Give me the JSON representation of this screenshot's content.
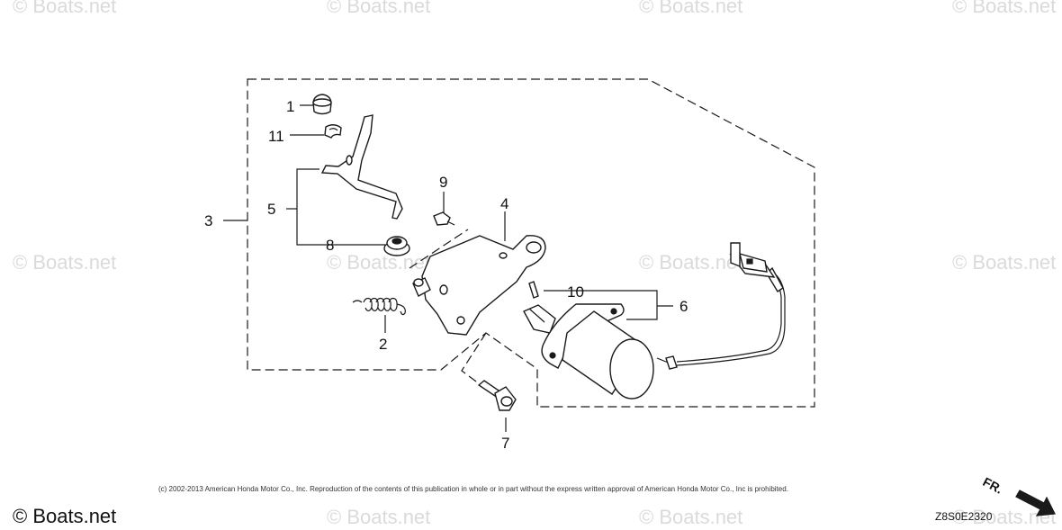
{
  "watermark": {
    "text": "© Boats.net",
    "color": "#dadada"
  },
  "callouts": {
    "c1": "1",
    "c2": "2",
    "c3": "3",
    "c4": "4",
    "c5": "5",
    "c6": "6",
    "c7": "7",
    "c8": "8",
    "c9": "9",
    "c10": "10",
    "c11": "11"
  },
  "footer": {
    "copyright": "(c) 2002-2013 American Honda Motor Co., Inc. Reproduction of the contents of this publication in whole or in part without the express written approval of American Honda Motor Co., Inc is prohibited.",
    "brand": "© Boats.net",
    "drawing_code": "Z8S0E2320",
    "direction_label": "FR."
  }
}
